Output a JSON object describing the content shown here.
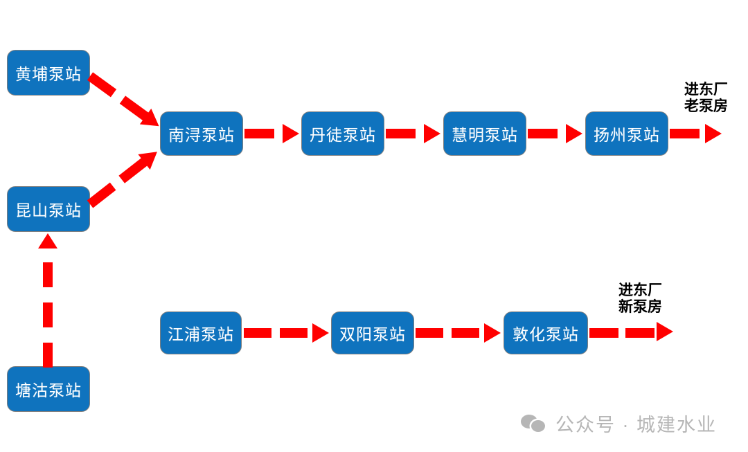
{
  "diagram": {
    "title_text": "",
    "colors": {
      "node_fill": "#0F73BE",
      "node_border": "#7F7F7F",
      "node_text": "#FFFFFF",
      "arrow": "#FF0000",
      "label_text": "#000000",
      "watermark": "#B6B6B6",
      "background": "#FFFFFF"
    },
    "nodes": [
      {
        "id": "huangpu",
        "label": "黄埔泵站"
      },
      {
        "id": "kunshan",
        "label": "昆山泵站"
      },
      {
        "id": "tanggu",
        "label": "塘沽泵站"
      },
      {
        "id": "nanxun",
        "label": "南浔泵站"
      },
      {
        "id": "dantu",
        "label": "丹徒泵站"
      },
      {
        "id": "huiming",
        "label": "慧明泵站"
      },
      {
        "id": "yangzhou",
        "label": "扬州泵站"
      },
      {
        "id": "jiangpu",
        "label": "江浦泵站"
      },
      {
        "id": "shuangyang",
        "label": "双阳泵站"
      },
      {
        "id": "dunhua",
        "label": "敦化泵站"
      }
    ],
    "flow_labels": [
      {
        "id": "old-pump-house",
        "line1": "进东厂",
        "line2": "老泵房"
      },
      {
        "id": "new-pump-house",
        "line1": "进东厂",
        "line2": "新泵房"
      }
    ],
    "edges": [
      {
        "from": "huangpu",
        "to": "nanxun",
        "style": "dashed-diagonal-down"
      },
      {
        "from": "kunshan",
        "to": "nanxun",
        "style": "dashed-diagonal-up"
      },
      {
        "from": "tanggu",
        "to": "kunshan",
        "style": "dashed-vertical-up"
      },
      {
        "from": "nanxun",
        "to": "dantu",
        "style": "dashed-horizontal"
      },
      {
        "from": "dantu",
        "to": "huiming",
        "style": "dashed-horizontal"
      },
      {
        "from": "huiming",
        "to": "yangzhou",
        "style": "dashed-horizontal"
      },
      {
        "from": "yangzhou",
        "to": "old-pump-house",
        "style": "dashed-horizontal"
      },
      {
        "from": "jiangpu",
        "to": "shuangyang",
        "style": "dashed-horizontal"
      },
      {
        "from": "shuangyang",
        "to": "dunhua",
        "style": "dashed-horizontal"
      },
      {
        "from": "dunhua",
        "to": "new-pump-house",
        "style": "dashed-horizontal"
      }
    ]
  },
  "watermark": {
    "icon": "wechat-icon",
    "text": "公众号 · 城建水业"
  }
}
